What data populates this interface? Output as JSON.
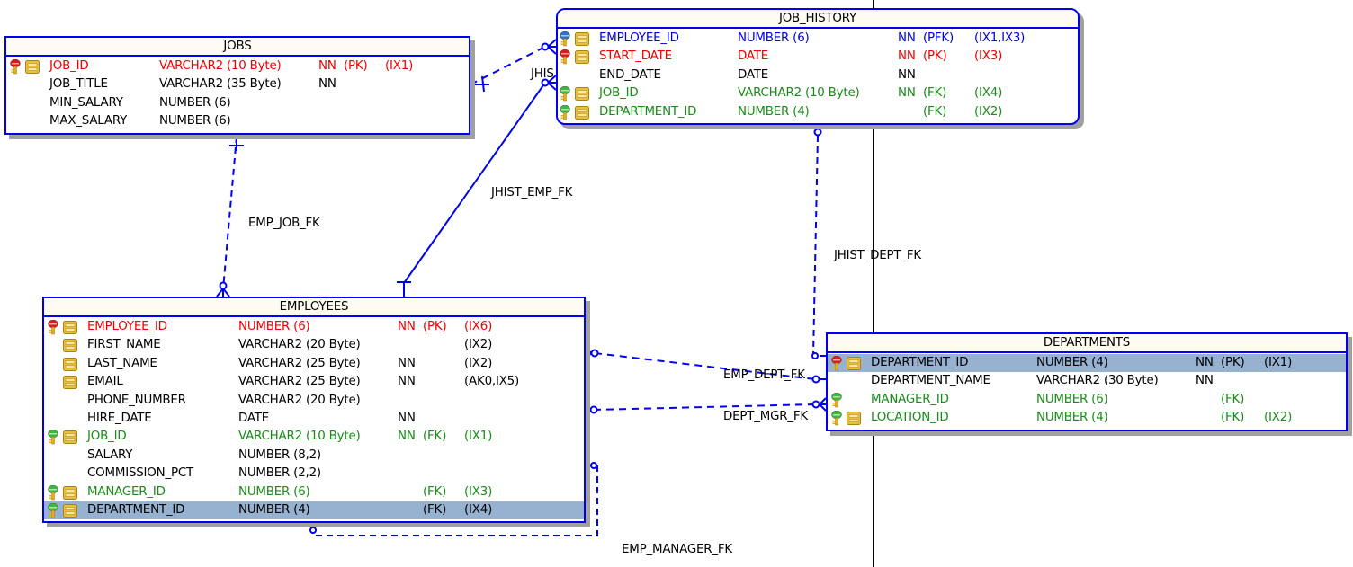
{
  "colors": {
    "border": "#0000ee",
    "header_bg": "#fffbf3",
    "selected_row_bg": "#97b2d0",
    "pk": "#ee0000",
    "fk": "#1a8a1a",
    "pfk": "#0000dd",
    "plain": "#000000"
  },
  "entities": {
    "jobs": {
      "title": "JOBS",
      "columns": [
        {
          "name": "JOB_ID",
          "type": "VARCHAR2 (10 Byte)",
          "nn": "NN",
          "key": "(PK)",
          "idx": "(IX1)",
          "role": "pk",
          "key_icon": "primary-key-icon",
          "indexed": true,
          "selected": false
        },
        {
          "name": "JOB_TITLE",
          "type": "VARCHAR2 (35 Byte)",
          "nn": "NN",
          "key": "",
          "idx": "",
          "role": "plain",
          "key_icon": "",
          "indexed": false,
          "selected": false
        },
        {
          "name": "MIN_SALARY",
          "type": "NUMBER (6)",
          "nn": "",
          "key": "",
          "idx": "",
          "role": "plain",
          "key_icon": "",
          "indexed": false,
          "selected": false
        },
        {
          "name": "MAX_SALARY",
          "type": "NUMBER (6)",
          "nn": "",
          "key": "",
          "idx": "",
          "role": "plain",
          "key_icon": "",
          "indexed": false,
          "selected": false
        }
      ]
    },
    "job_history": {
      "title": "JOB_HISTORY",
      "columns": [
        {
          "name": "EMPLOYEE_ID",
          "type": "NUMBER (6)",
          "nn": "NN",
          "key": "(PFK)",
          "idx": "(IX1,IX3)",
          "role": "pfk",
          "key_icon": "primary-foreign-key-icon",
          "indexed": true,
          "selected": false
        },
        {
          "name": "START_DATE",
          "type": "DATE",
          "nn": "NN",
          "key": "(PK)",
          "idx": "(IX3)",
          "role": "pk",
          "key_icon": "primary-key-icon",
          "indexed": true,
          "selected": false
        },
        {
          "name": "END_DATE",
          "type": "DATE",
          "nn": "NN",
          "key": "",
          "idx": "",
          "role": "plain",
          "key_icon": "",
          "indexed": false,
          "selected": false
        },
        {
          "name": "JOB_ID",
          "type": "VARCHAR2 (10 Byte)",
          "nn": "NN",
          "key": "(FK)",
          "idx": "(IX4)",
          "role": "fk",
          "key_icon": "foreign-key-icon",
          "indexed": true,
          "selected": false
        },
        {
          "name": "DEPARTMENT_ID",
          "type": "NUMBER (4)",
          "nn": "",
          "key": "(FK)",
          "idx": "(IX2)",
          "role": "fk",
          "key_icon": "foreign-key-icon",
          "indexed": true,
          "selected": false
        }
      ]
    },
    "employees": {
      "title": "EMPLOYEES",
      "columns": [
        {
          "name": "EMPLOYEE_ID",
          "type": "NUMBER (6)",
          "nn": "NN",
          "key": "(PK)",
          "idx": "(IX6)",
          "role": "pk",
          "key_icon": "primary-key-icon",
          "indexed": true,
          "selected": false
        },
        {
          "name": "FIRST_NAME",
          "type": "VARCHAR2 (20 Byte)",
          "nn": "",
          "key": "",
          "idx": "(IX2)",
          "role": "plain",
          "key_icon": "",
          "indexed": true,
          "selected": false
        },
        {
          "name": "LAST_NAME",
          "type": "VARCHAR2 (25 Byte)",
          "nn": "NN",
          "key": "",
          "idx": "(IX2)",
          "role": "plain",
          "key_icon": "",
          "indexed": true,
          "selected": false
        },
        {
          "name": "EMAIL",
          "type": "VARCHAR2 (25 Byte)",
          "nn": "NN",
          "key": "",
          "idx": "(AK0,IX5)",
          "role": "plain",
          "key_icon": "",
          "indexed": true,
          "selected": false
        },
        {
          "name": "PHONE_NUMBER",
          "type": "VARCHAR2 (20 Byte)",
          "nn": "",
          "key": "",
          "idx": "",
          "role": "plain",
          "key_icon": "",
          "indexed": false,
          "selected": false
        },
        {
          "name": "HIRE_DATE",
          "type": "DATE",
          "nn": "NN",
          "key": "",
          "idx": "",
          "role": "plain",
          "key_icon": "",
          "indexed": false,
          "selected": false
        },
        {
          "name": "JOB_ID",
          "type": "VARCHAR2 (10 Byte)",
          "nn": "NN",
          "key": "(FK)",
          "idx": "(IX1)",
          "role": "fk",
          "key_icon": "foreign-key-icon",
          "indexed": true,
          "selected": false
        },
        {
          "name": "SALARY",
          "type": "NUMBER (8,2)",
          "nn": "",
          "key": "",
          "idx": "",
          "role": "plain",
          "key_icon": "",
          "indexed": false,
          "selected": false
        },
        {
          "name": "COMMISSION_PCT",
          "type": "NUMBER (2,2)",
          "nn": "",
          "key": "",
          "idx": "",
          "role": "plain",
          "key_icon": "",
          "indexed": false,
          "selected": false
        },
        {
          "name": "MANAGER_ID",
          "type": "NUMBER (6)",
          "nn": "",
          "key": "(FK)",
          "idx": "(IX3)",
          "role": "fk",
          "key_icon": "foreign-key-icon",
          "indexed": true,
          "selected": false
        },
        {
          "name": "DEPARTMENT_ID",
          "type": "NUMBER (4)",
          "nn": "",
          "key": "(FK)",
          "idx": "(IX4)",
          "role": "plain",
          "key_icon": "foreign-key-icon",
          "indexed": true,
          "selected": true
        }
      ]
    },
    "departments": {
      "title": "DEPARTMENTS",
      "columns": [
        {
          "name": "DEPARTMENT_ID",
          "type": "NUMBER (4)",
          "nn": "NN",
          "key": "(PK)",
          "idx": "(IX1)",
          "role": "plain",
          "key_icon": "primary-key-icon",
          "indexed": true,
          "selected": true
        },
        {
          "name": "DEPARTMENT_NAME",
          "type": "VARCHAR2 (30 Byte)",
          "nn": "NN",
          "key": "",
          "idx": "",
          "role": "plain",
          "key_icon": "",
          "indexed": false,
          "selected": false
        },
        {
          "name": "MANAGER_ID",
          "type": "NUMBER (6)",
          "nn": "",
          "key": "(FK)",
          "idx": "",
          "role": "fk",
          "key_icon": "foreign-key-icon",
          "indexed": false,
          "selected": false
        },
        {
          "name": "LOCATION_ID",
          "type": "NUMBER (4)",
          "nn": "",
          "key": "(FK)",
          "idx": "(IX2)",
          "role": "fk",
          "key_icon": "foreign-key-icon",
          "indexed": true,
          "selected": false
        }
      ]
    }
  },
  "relationships": {
    "emp_job_fk": "EMP_JOB_FK",
    "jhist_emp_fk": "JHIST_EMP_FK",
    "jhist_job_fk": "JHIS",
    "jhist_dept_fk": "JHIST_DEPT_FK",
    "emp_dept_fk": "EMP_DEPT_FK",
    "dept_mgr_fk": "DEPT_MGR_FK",
    "emp_manager_fk": "EMP_MANAGER_FK"
  }
}
